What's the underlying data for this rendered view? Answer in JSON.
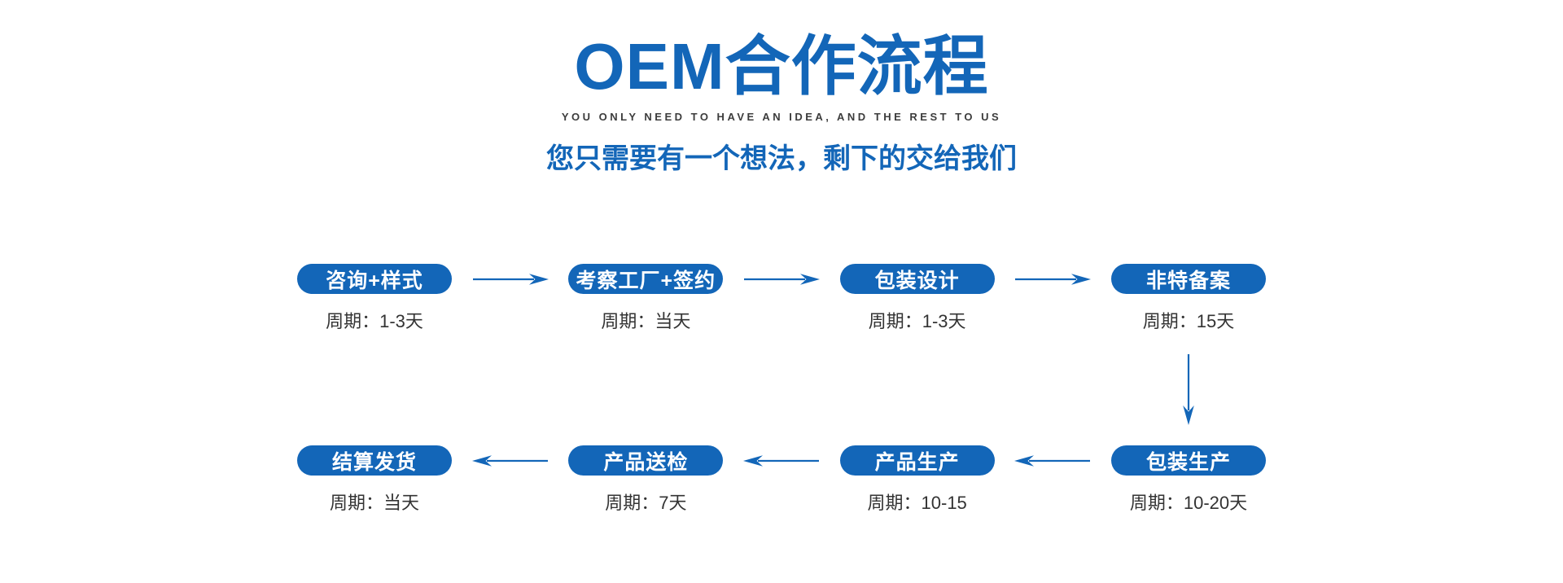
{
  "header": {
    "title": "OEM合作流程",
    "subtitle_en": "YOU ONLY NEED TO HAVE AN IDEA, AND THE REST TO US",
    "subtitle_zh": "您只需要有一个想法，剩下的交给我们"
  },
  "colors": {
    "accent": "#1366b8",
    "pill_text": "#ffffff",
    "caption_text": "#333333",
    "background": "#ffffff"
  },
  "flow": {
    "rows": [
      {
        "direction": "right",
        "steps": [
          {
            "label": "咨询+样式",
            "cycle": "周期：1-3天"
          },
          {
            "label": "考察工厂+签约",
            "cycle": "周期：当天"
          },
          {
            "label": "包装设计",
            "cycle": "周期：1-3天"
          },
          {
            "label": "非特备案",
            "cycle": "周期：15天"
          }
        ]
      },
      {
        "direction": "left",
        "steps": [
          {
            "label": "结算发货",
            "cycle": "周期：当天"
          },
          {
            "label": "产品送检",
            "cycle": "周期：7天"
          },
          {
            "label": "产品生产",
            "cycle": "周期：10-15"
          },
          {
            "label": "包装生产",
            "cycle": "周期：10-20天"
          }
        ]
      }
    ]
  }
}
